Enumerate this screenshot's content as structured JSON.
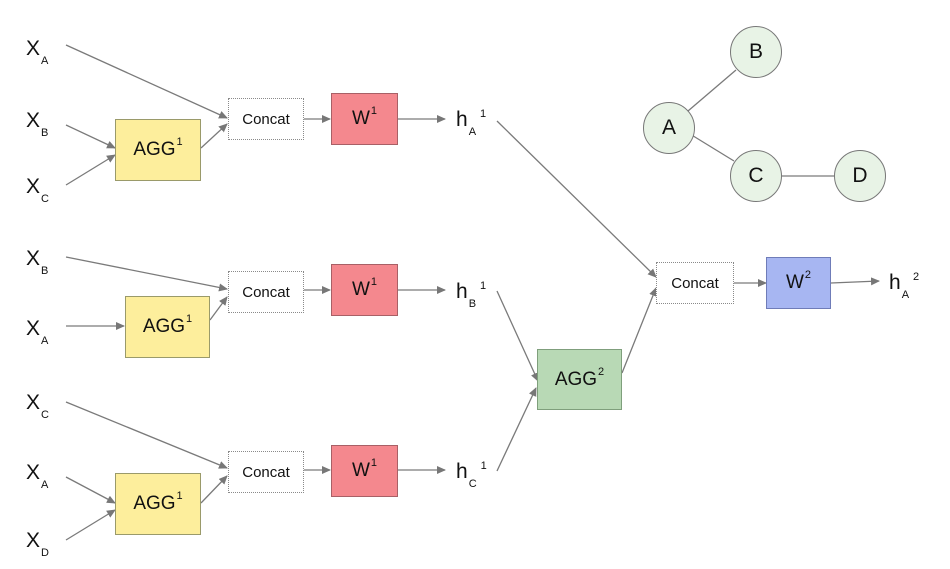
{
  "inputs": {
    "r1": [
      {
        "base": "X",
        "sub": "A"
      },
      {
        "base": "X",
        "sub": "B"
      },
      {
        "base": "X",
        "sub": "C"
      }
    ],
    "r2": [
      {
        "base": "X",
        "sub": "B"
      },
      {
        "base": "X",
        "sub": "A"
      }
    ],
    "r3": [
      {
        "base": "X",
        "sub": "C"
      },
      {
        "base": "X",
        "sub": "A"
      },
      {
        "base": "X",
        "sub": "D"
      }
    ]
  },
  "layer1": {
    "agg": {
      "label": "AGG",
      "sup": "1"
    },
    "concat": "Concat",
    "w": {
      "label": "W",
      "sup": "1"
    },
    "outputs": [
      {
        "base": "h",
        "sub": "A",
        "sup": "1"
      },
      {
        "base": "h",
        "sub": "B",
        "sup": "1"
      },
      {
        "base": "h",
        "sub": "C",
        "sup": "1"
      }
    ]
  },
  "layer2": {
    "agg": {
      "label": "AGG",
      "sup": "2"
    },
    "concat": "Concat",
    "w": {
      "label": "W",
      "sup": "2"
    },
    "output": {
      "base": "h",
      "sub": "A",
      "sup": "2"
    }
  },
  "graph": {
    "nodes": [
      "A",
      "B",
      "C",
      "D"
    ],
    "edges": [
      [
        "A",
        "B"
      ],
      [
        "A",
        "C"
      ],
      [
        "C",
        "D"
      ]
    ]
  },
  "colors": {
    "agg1": "#fdee9c",
    "agg2": "#b8d9b5",
    "w1": "#f4888e",
    "w2": "#a7b6f2",
    "node": "#e8f3e6",
    "arrow": "#777777"
  }
}
